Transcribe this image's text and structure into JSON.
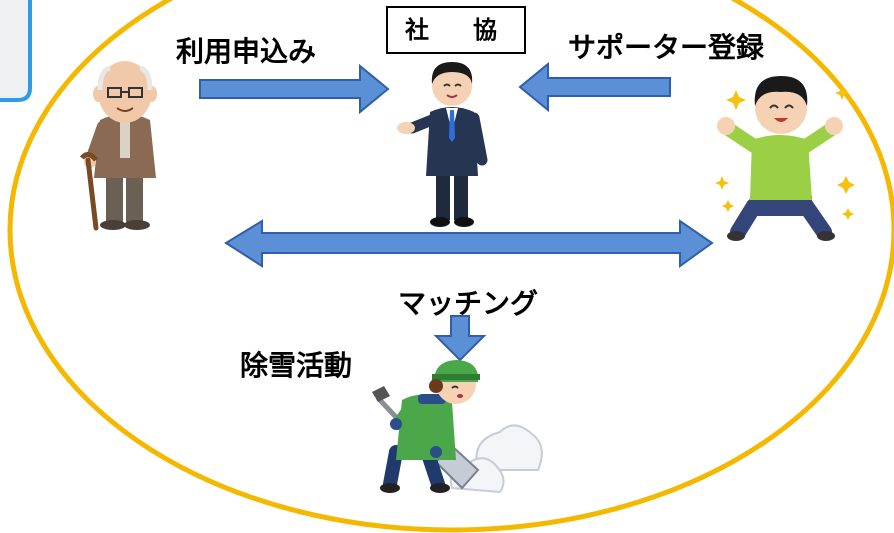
{
  "labels": {
    "apply": "利用申込み",
    "org": "社　協",
    "supporter_registration": "サポーター登録",
    "matching": "マッチング",
    "snow_removal": "除雪活動"
  },
  "colors": {
    "ellipse_stroke": "#f5b800",
    "arrow_fill": "#5b8fd6",
    "arrow_stroke": "#2f5fa8",
    "panel_stroke": "#2e9be6",
    "panel_fill": "#eef0f2"
  },
  "icons": {
    "elderly": "elderly-person-with-cane-icon",
    "staff": "office-worker-icon",
    "supporter": "cheerful-supporter-icon",
    "snow_worker": "person-shoveling-snow-icon"
  }
}
